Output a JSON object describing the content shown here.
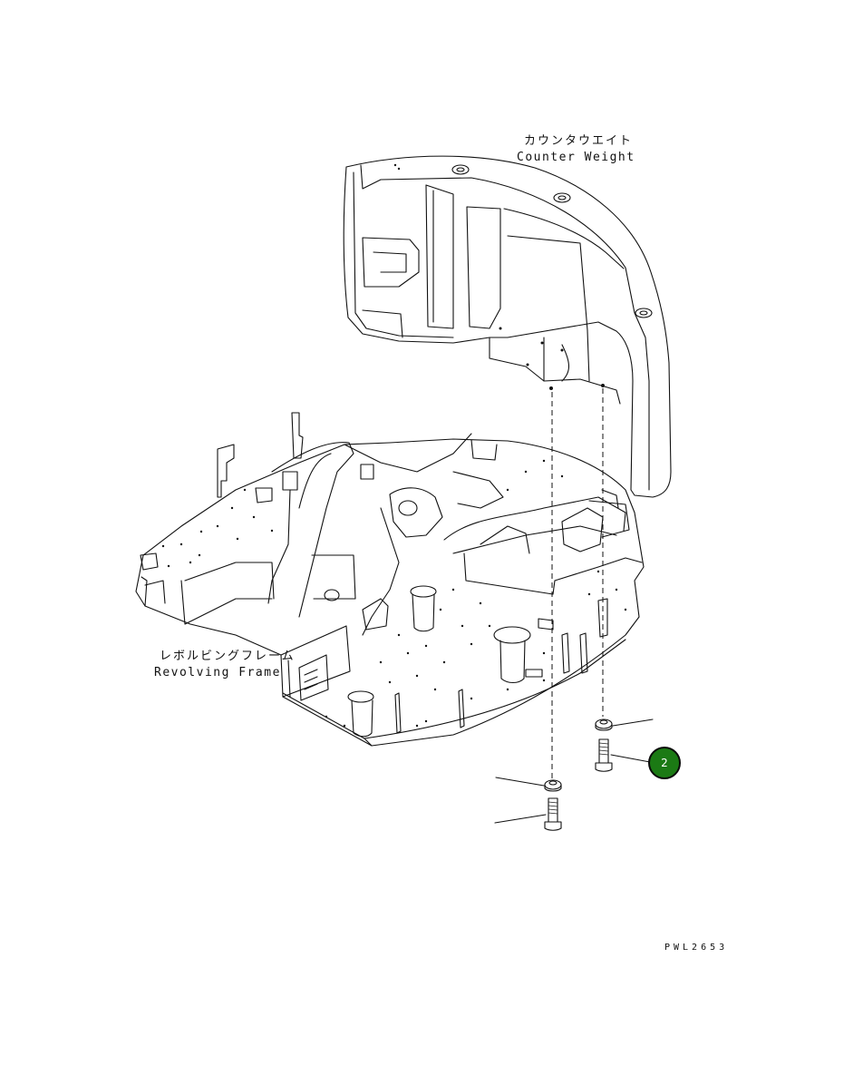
{
  "labels": {
    "counter_weight_jp": "カウンタウエイト",
    "counter_weight_en": "Counter Weight",
    "revolving_frame_jp": "レボルビングフレーム",
    "revolving_frame_en": "Revolving Frame",
    "drawing_number": "PWL2653"
  },
  "callouts": [
    {
      "number": "2",
      "color": "#1b7a14"
    }
  ],
  "icons": [
    "counter-weight-part",
    "revolving-frame-part",
    "bolt-part",
    "washer-part"
  ]
}
